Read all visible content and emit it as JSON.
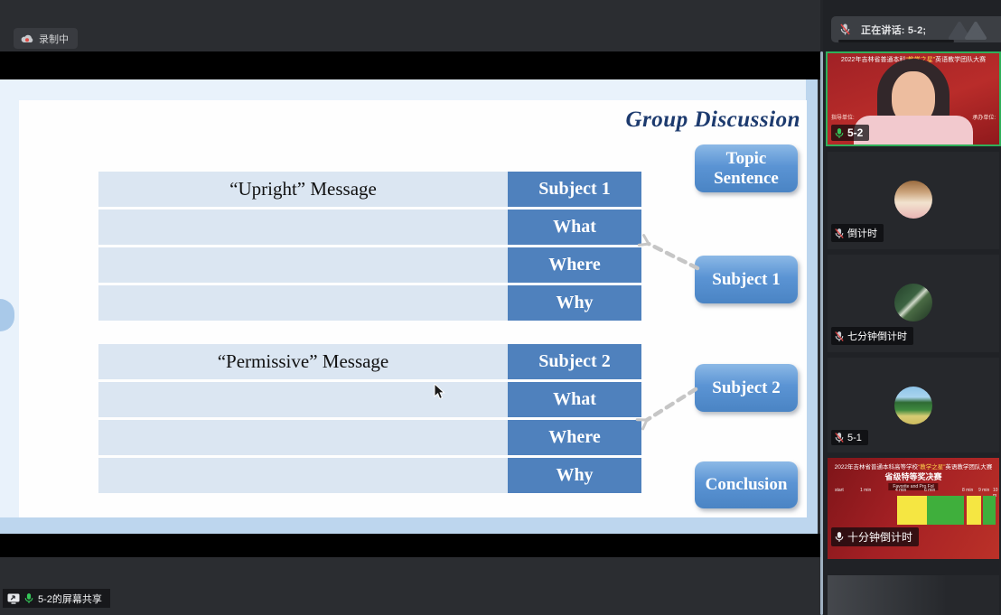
{
  "topbar": {
    "recording": "录制中"
  },
  "speaker_banner": {
    "text": "正在讲话: 5-2;"
  },
  "share_bar": {
    "label": "5-2的屏幕共享"
  },
  "slide": {
    "title": "Group Discussion",
    "sections": [
      {
        "header": "“Upright” Message",
        "subject": "Subject 1",
        "rows": [
          "What",
          "Where",
          "Why"
        ]
      },
      {
        "header": "“Permissive” Message",
        "subject": "Subject 2",
        "rows": [
          "What",
          "Where",
          "Why"
        ]
      }
    ],
    "callouts": {
      "topic": "Topic Sentence",
      "subject1": "Subject 1",
      "subject2": "Subject 2",
      "conclusion": "Conclusion"
    },
    "colors": {
      "accent_blue": "#4f81bd",
      "row_light": "#dbe6f2",
      "title_navy": "#1c3a6e"
    }
  },
  "participants": [
    {
      "name": "5-2",
      "mic": "active",
      "banner": {
        "prefix": "2022年吉林省普通本科",
        "highlight": "“教学之星”",
        "suffix": "英语教学团队大赛"
      },
      "footer_left": "指导单位:",
      "footer_right": "承办单位:"
    },
    {
      "name": "倒计时",
      "mic": "muted"
    },
    {
      "name": "七分钟倒计时",
      "mic": "muted"
    },
    {
      "name": "5-1",
      "mic": "muted"
    },
    {
      "name": "十分钟倒计时",
      "mic": "on",
      "slide": {
        "title_prefix": "2022年吉林省普通本科高等学校",
        "title_highlight": "“教学之星”",
        "title_suffix": "英语教学团队大赛",
        "subtitle": "省级特等奖决赛",
        "caption": "Favorite and Pro Fol",
        "time_labels": [
          "start",
          "1 min",
          "4 min",
          "6 min",
          "8 min",
          "9 min",
          "10 m"
        ]
      }
    }
  ]
}
